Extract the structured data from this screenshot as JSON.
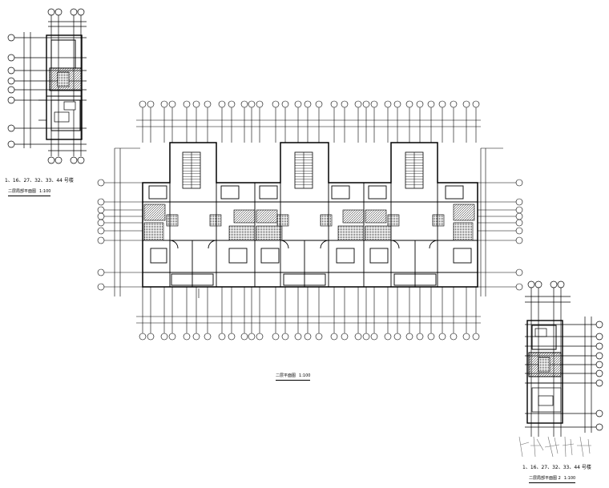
{
  "captions": {
    "small_plan_1_units": "1、16、27、32、33、44 号楼",
    "small_plan_1_title": "二层局部平面图",
    "small_plan_1_scale": "1:100",
    "main_plan_title": "二层平面图",
    "main_plan_scale": "1:100",
    "small_plan_2_units": "1、16、27、32、33、44 号楼",
    "small_plan_2_title": "二层局部平面图 2",
    "small_plan_2_scale": "1:100"
  },
  "colors": {
    "line": "#000000",
    "hatch": "#555555",
    "background": "#ffffff"
  }
}
